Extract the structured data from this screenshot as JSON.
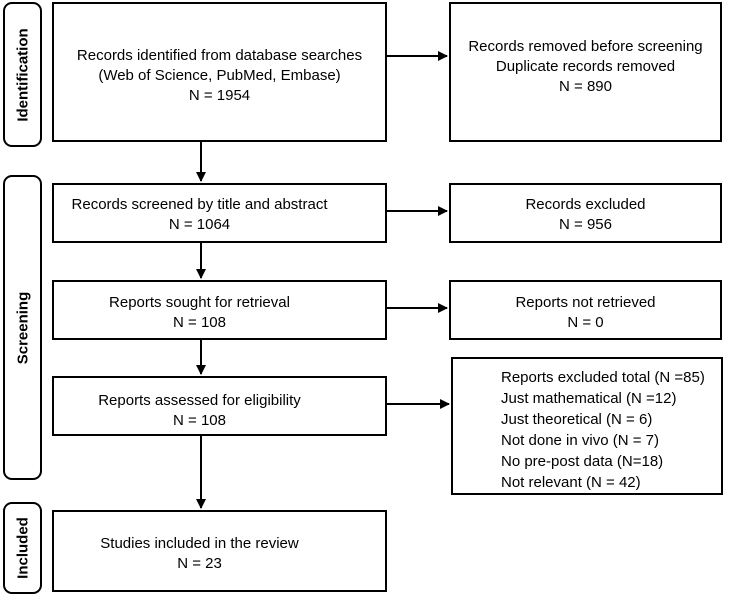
{
  "phases": {
    "identification": "Identification",
    "screening": "Screening",
    "included": "Included"
  },
  "boxes": {
    "identified": {
      "line1": "Records identified from database searches",
      "line2": "(Web of Science, PubMed, Embase)",
      "line3": "N = 1954"
    },
    "removed": {
      "line1": "Records removed before screening",
      "line2": "Duplicate records removed",
      "line3": "N = 890"
    },
    "screened": {
      "line1": "Records screened by title and abstract",
      "line2": "N = 1064"
    },
    "excluded": {
      "line1": "Records excluded",
      "line2": "N = 956"
    },
    "sought": {
      "line1": "Reports sought for retrieval",
      "line2": "N = 108"
    },
    "not_retrieved": {
      "line1": "Reports not retrieved",
      "line2": "N = 0"
    },
    "assessed": {
      "line1": "Reports assessed for eligibility",
      "line2": "N = 108"
    },
    "excluded_reports": {
      "lines": [
        "Reports excluded total (N =85)",
        "Just mathematical (N =12)",
        "Just theoretical (N = 6)",
        "Not done in vivo (N = 7)",
        "No pre-post data (N=18)",
        "Not relevant (N = 42)"
      ]
    },
    "included": {
      "line1": "Studies included in the review",
      "line2": "N = 23"
    }
  }
}
